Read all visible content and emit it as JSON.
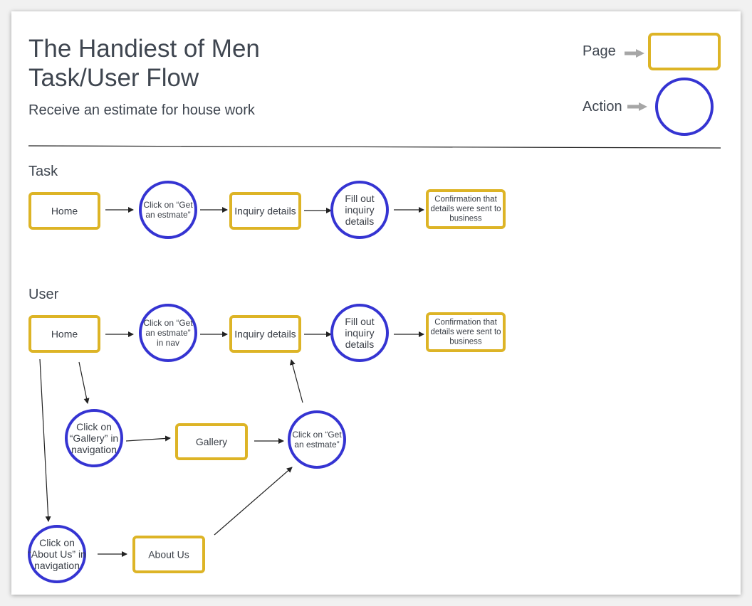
{
  "header": {
    "title_line1": "The Handiest of Men",
    "title_line2": "Task/User Flow",
    "subtitle": "Receive an estimate for house work"
  },
  "legend": {
    "page_label": "Page",
    "action_label": "Action"
  },
  "sections": {
    "task_label": "Task",
    "user_label": "User"
  },
  "colors": {
    "page_border": "#ddb426",
    "action_border": "#3534d2",
    "legend_arrow": "#a6a6a6",
    "text": "#3f4650"
  },
  "nodes": [
    {
      "id": "task-home",
      "shape": "page",
      "lines": [
        "Home"
      ]
    },
    {
      "id": "task-click-estimate",
      "shape": "action",
      "lines": [
        "Click on “Get",
        "an estmate”"
      ]
    },
    {
      "id": "task-inquiry-details",
      "shape": "page",
      "lines": [
        "Inquiry details"
      ]
    },
    {
      "id": "task-fill-out",
      "shape": "action",
      "lines": [
        "Fill out",
        "inquiry",
        "details"
      ]
    },
    {
      "id": "task-confirmation",
      "shape": "page",
      "lines": [
        "Confirmation that",
        "details were sent to",
        "business"
      ]
    },
    {
      "id": "user-home",
      "shape": "page",
      "lines": [
        "Home"
      ]
    },
    {
      "id": "user-click-estimate-nav",
      "shape": "action",
      "lines": [
        "Click on “Get",
        "an estmate”",
        "in nav"
      ]
    },
    {
      "id": "user-inquiry-details",
      "shape": "page",
      "lines": [
        "Inquiry details"
      ]
    },
    {
      "id": "user-fill-out",
      "shape": "action",
      "lines": [
        "Fill out",
        "inquiry",
        "details"
      ]
    },
    {
      "id": "user-confirmation",
      "shape": "page",
      "lines": [
        "Confirmation that",
        "details were sent to",
        "business"
      ]
    },
    {
      "id": "user-click-gallery",
      "shape": "action",
      "lines": [
        "Click on",
        "“Gallery” in",
        "navigation"
      ]
    },
    {
      "id": "user-gallery",
      "shape": "page",
      "lines": [
        "Gallery"
      ]
    },
    {
      "id": "user-click-estimate",
      "shape": "action",
      "lines": [
        "Click on “Get",
        "an estmate”"
      ]
    },
    {
      "id": "user-click-about",
      "shape": "action",
      "lines": [
        "Click on",
        "“About Us” in",
        "navigation"
      ]
    },
    {
      "id": "user-about-us",
      "shape": "page",
      "lines": [
        "About Us"
      ]
    }
  ],
  "edges": [
    {
      "from": "task-home",
      "to": "task-click-estimate"
    },
    {
      "from": "task-click-estimate",
      "to": "task-inquiry-details"
    },
    {
      "from": "task-inquiry-details",
      "to": "task-fill-out"
    },
    {
      "from": "task-fill-out",
      "to": "task-confirmation"
    },
    {
      "from": "user-home",
      "to": "user-click-estimate-nav"
    },
    {
      "from": "user-click-estimate-nav",
      "to": "user-inquiry-details"
    },
    {
      "from": "user-inquiry-details",
      "to": "user-fill-out"
    },
    {
      "from": "user-fill-out",
      "to": "user-confirmation"
    },
    {
      "from": "user-home",
      "to": "user-click-gallery"
    },
    {
      "from": "user-click-gallery",
      "to": "user-gallery"
    },
    {
      "from": "user-gallery",
      "to": "user-click-estimate"
    },
    {
      "from": "user-click-estimate",
      "to": "user-inquiry-details"
    },
    {
      "from": "user-home",
      "to": "user-click-about"
    },
    {
      "from": "user-click-about",
      "to": "user-about-us"
    },
    {
      "from": "user-about-us",
      "to": "user-click-estimate"
    }
  ]
}
